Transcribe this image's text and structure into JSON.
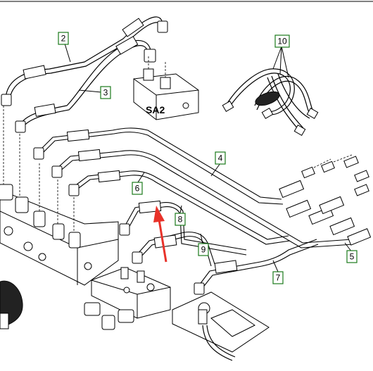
{
  "callouts": {
    "c2": "2",
    "c3": "3",
    "c4": "4",
    "c5": "5",
    "c6": "6",
    "c7": "7",
    "c8": "8",
    "c9": "9",
    "c10": "10"
  },
  "component_label": "SA2",
  "colors": {
    "callout_border": "#1a7a1a",
    "arrow": "#e8322a",
    "line": "#000000"
  }
}
